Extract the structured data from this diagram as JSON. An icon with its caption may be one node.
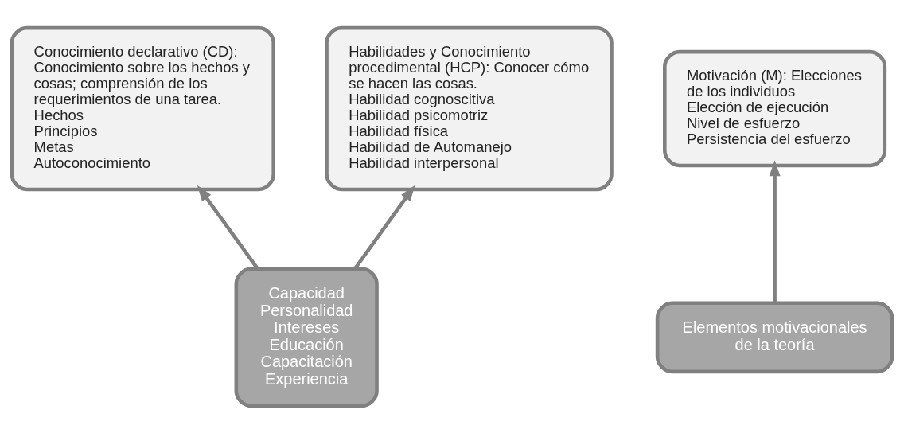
{
  "diagram": {
    "nodes": [
      {
        "text": [
          "Conocimiento declarativo (CD): Conocimiento sobre los hechos y cosas; comprensión de los requerimientos de una tarea.",
          "Hechos",
          "Principios",
          "Metas",
          "Autoconocimiento"
        ]
      },
      {
        "text": [
          "Habilidades y Conocimiento procedimental (HCP): Conocer cómo se hacen las cosas.",
          "Habilidad cognoscitiva",
          "Habilidad psicomotriz",
          "Habilidad física",
          "Habilidad de Automanejo",
          "Habilidad interpersonal"
        ]
      },
      {
        "text": [
          "Motivación (M): Elecciones de los individuos",
          "Elección de ejecución",
          "Nivel de esfuerzo",
          "Persistencia del esfuerzo"
        ]
      },
      {
        "text": [
          "Capacidad",
          "Personalidad",
          "Intereses",
          "Educación",
          "Capacitación",
          "Experiencia"
        ]
      },
      {
        "text": [
          "Elementos motivacionales de la teoría"
        ]
      }
    ],
    "edges": [
      {
        "from": 3,
        "to": 0,
        "arrow": "to"
      },
      {
        "from": 3,
        "to": 1,
        "arrow": "to"
      },
      {
        "from": 4,
        "to": 2,
        "arrow": "to"
      }
    ]
  }
}
